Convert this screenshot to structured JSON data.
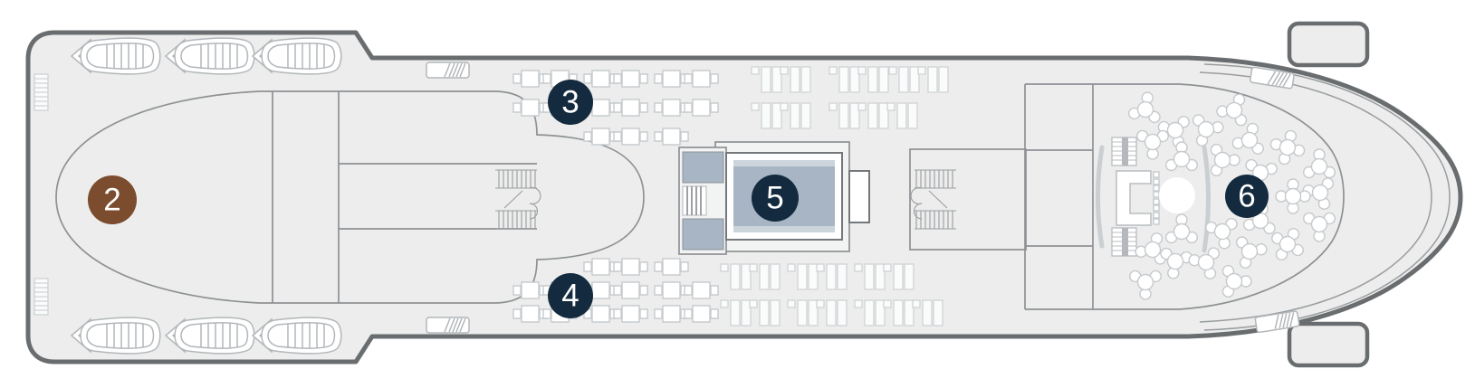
{
  "app": {
    "title": "Cruise ship deck plan",
    "view": "overhead deck plan, bow facing right"
  },
  "colors": {
    "background": "#ffffff",
    "hull_fill": "#ecedec",
    "hull_outline": "#6a6d6f",
    "structure_line": "#8e9194",
    "furniture_line": "#c6cacd",
    "marker_text": "#ffffff"
  },
  "pool": {
    "water_color": "#a7b5c4",
    "band_color": "#ccd4dc",
    "whirlpool_color": "#a7b5c4"
  },
  "markers": [
    {
      "id": "2",
      "label": "2",
      "color": "#7b4c2e"
    },
    {
      "id": "3",
      "label": "3",
      "color": "#142b3f"
    },
    {
      "id": "4",
      "label": "4",
      "color": "#142b3f"
    },
    {
      "id": "5",
      "label": "5",
      "color": "#142b3f"
    },
    {
      "id": "6",
      "label": "6",
      "color": "#142b3f"
    }
  ],
  "icons": {
    "lifeboat": "lifeboat-icon",
    "rescue_boat": "rescue-boat-icon",
    "ladder": "ladder-icon",
    "stairs": "stairs-icon",
    "sun_lounger": "sun-lounger-icon",
    "table_two_chairs": "table-two-chairs-icon",
    "round_table": "round-table-icon",
    "whirlpool": "whirlpool-icon",
    "pool": "pool-icon",
    "dance_floor": "dance-floor-icon",
    "buffet": "buffet-icon",
    "stage_bar": "stage-bar-icon",
    "bridge_wing": "bridge-wing-icon"
  }
}
